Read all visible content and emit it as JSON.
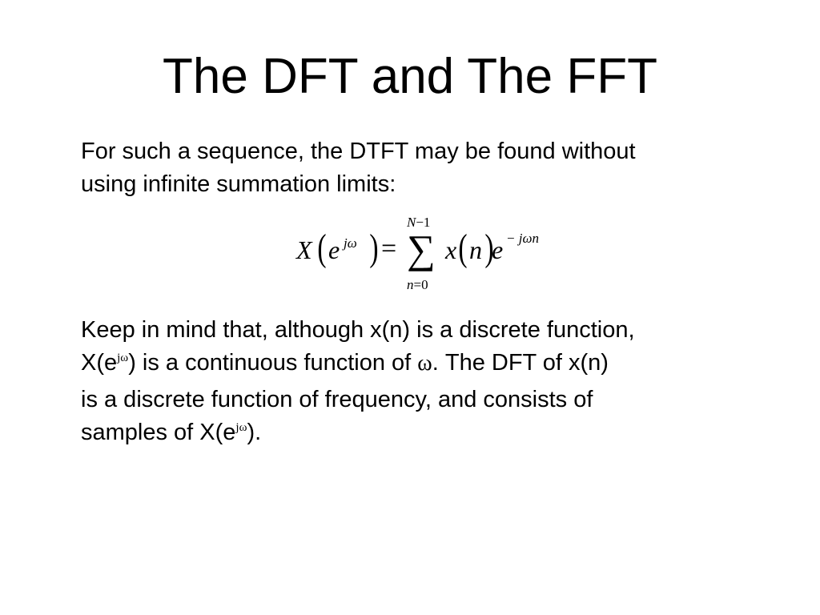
{
  "slide": {
    "title": "The DFT and The FFT",
    "paragraph1": {
      "line1": "For such a sequence, the DTFT may be found without",
      "line2": "using infinite summation limits:"
    },
    "equation": {
      "lhs_func": "X",
      "lhs_base": "e",
      "lhs_exponent": "jω",
      "equals": "=",
      "sigma": "∑",
      "upper_limit_var": "N",
      "upper_limit_rest": "−1",
      "lower_limit_var": "n",
      "lower_limit_rest": "=0",
      "term_func": "x",
      "term_arg": "n",
      "term_base": "e",
      "term_exponent": "− jωn",
      "lparen": "(",
      "rparen": ")"
    },
    "paragraph2": {
      "line1": "Keep in mind that, although x(n) is a discrete function,",
      "line2_a": "X(e",
      "line2_sup": "jω",
      "line2_b": ") is a continuous function of ",
      "line2_omega": "ω",
      "line2_c": ".  The DFT of x(n)",
      "line3": "is a discrete function of frequency, and consists of",
      "line4_a": "samples of X(e",
      "line4_sup": "jω",
      "line4_b": ")."
    }
  }
}
